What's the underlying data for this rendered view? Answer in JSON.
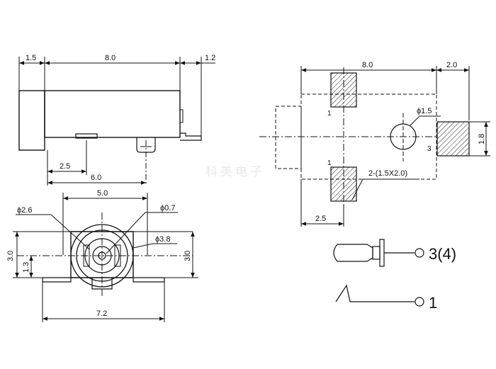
{
  "side_view": {
    "dim_left_flange": "1.5",
    "dim_body_length": "8.0",
    "dim_right_tab": "1.2",
    "dim_pin_offset": "2.5",
    "dim_peg_offset": "6.0"
  },
  "front_view": {
    "dim_top_width": "5.0",
    "dim_outer_dia": "ϕ2.6",
    "dim_pin_dia": "ϕ0.7",
    "dim_body_dia": "ϕ3.8",
    "dim_left_height": "3.0",
    "dim_center_height": "1.3",
    "dim_right_height": "3.0",
    "dim_total_width": "7.2"
  },
  "footprint": {
    "dim_width": "8.0",
    "dim_right_offset": "2.0",
    "dim_hole_dia": "ϕ1.5",
    "dim_pad_height": "1.8",
    "dim_pad_spec": "2-(1.5X2.0)",
    "dim_bottom_offset": "2.5",
    "pin_top": "1",
    "pin_bottom": "1",
    "pin_right": "3"
  },
  "schematic": {
    "label_plug": "3(4)",
    "label_spring": "1"
  },
  "watermark": "科美电子"
}
